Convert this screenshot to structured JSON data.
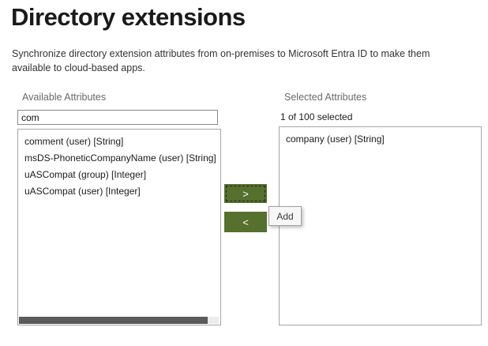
{
  "page": {
    "title": "Directory extensions",
    "description_lines": [
      "Synchronize directory extension attributes from on-premises to Microsoft Entra ID to make them",
      "available to cloud-based apps."
    ]
  },
  "available": {
    "label": "Available Attributes",
    "filter_value": "com",
    "items": [
      "comment (user) [String]",
      "msDS-PhoneticCompanyName (user) [String]",
      "uASCompat (group) [Integer]",
      "uASCompat (user) [Integer]"
    ]
  },
  "selected": {
    "label": "Selected Attributes",
    "count_text": "1 of 100 selected",
    "items": [
      "company (user) [String]"
    ]
  },
  "transfer": {
    "add_glyph": ">",
    "remove_glyph": "<",
    "tooltip": "Add"
  },
  "colors": {
    "button_green": "#56702d",
    "title_text": "#1a1a1a",
    "label_gray": "#6a6a6a",
    "list_border": "#a6a6a6",
    "scrollbar_thumb": "#5b5b5b"
  }
}
